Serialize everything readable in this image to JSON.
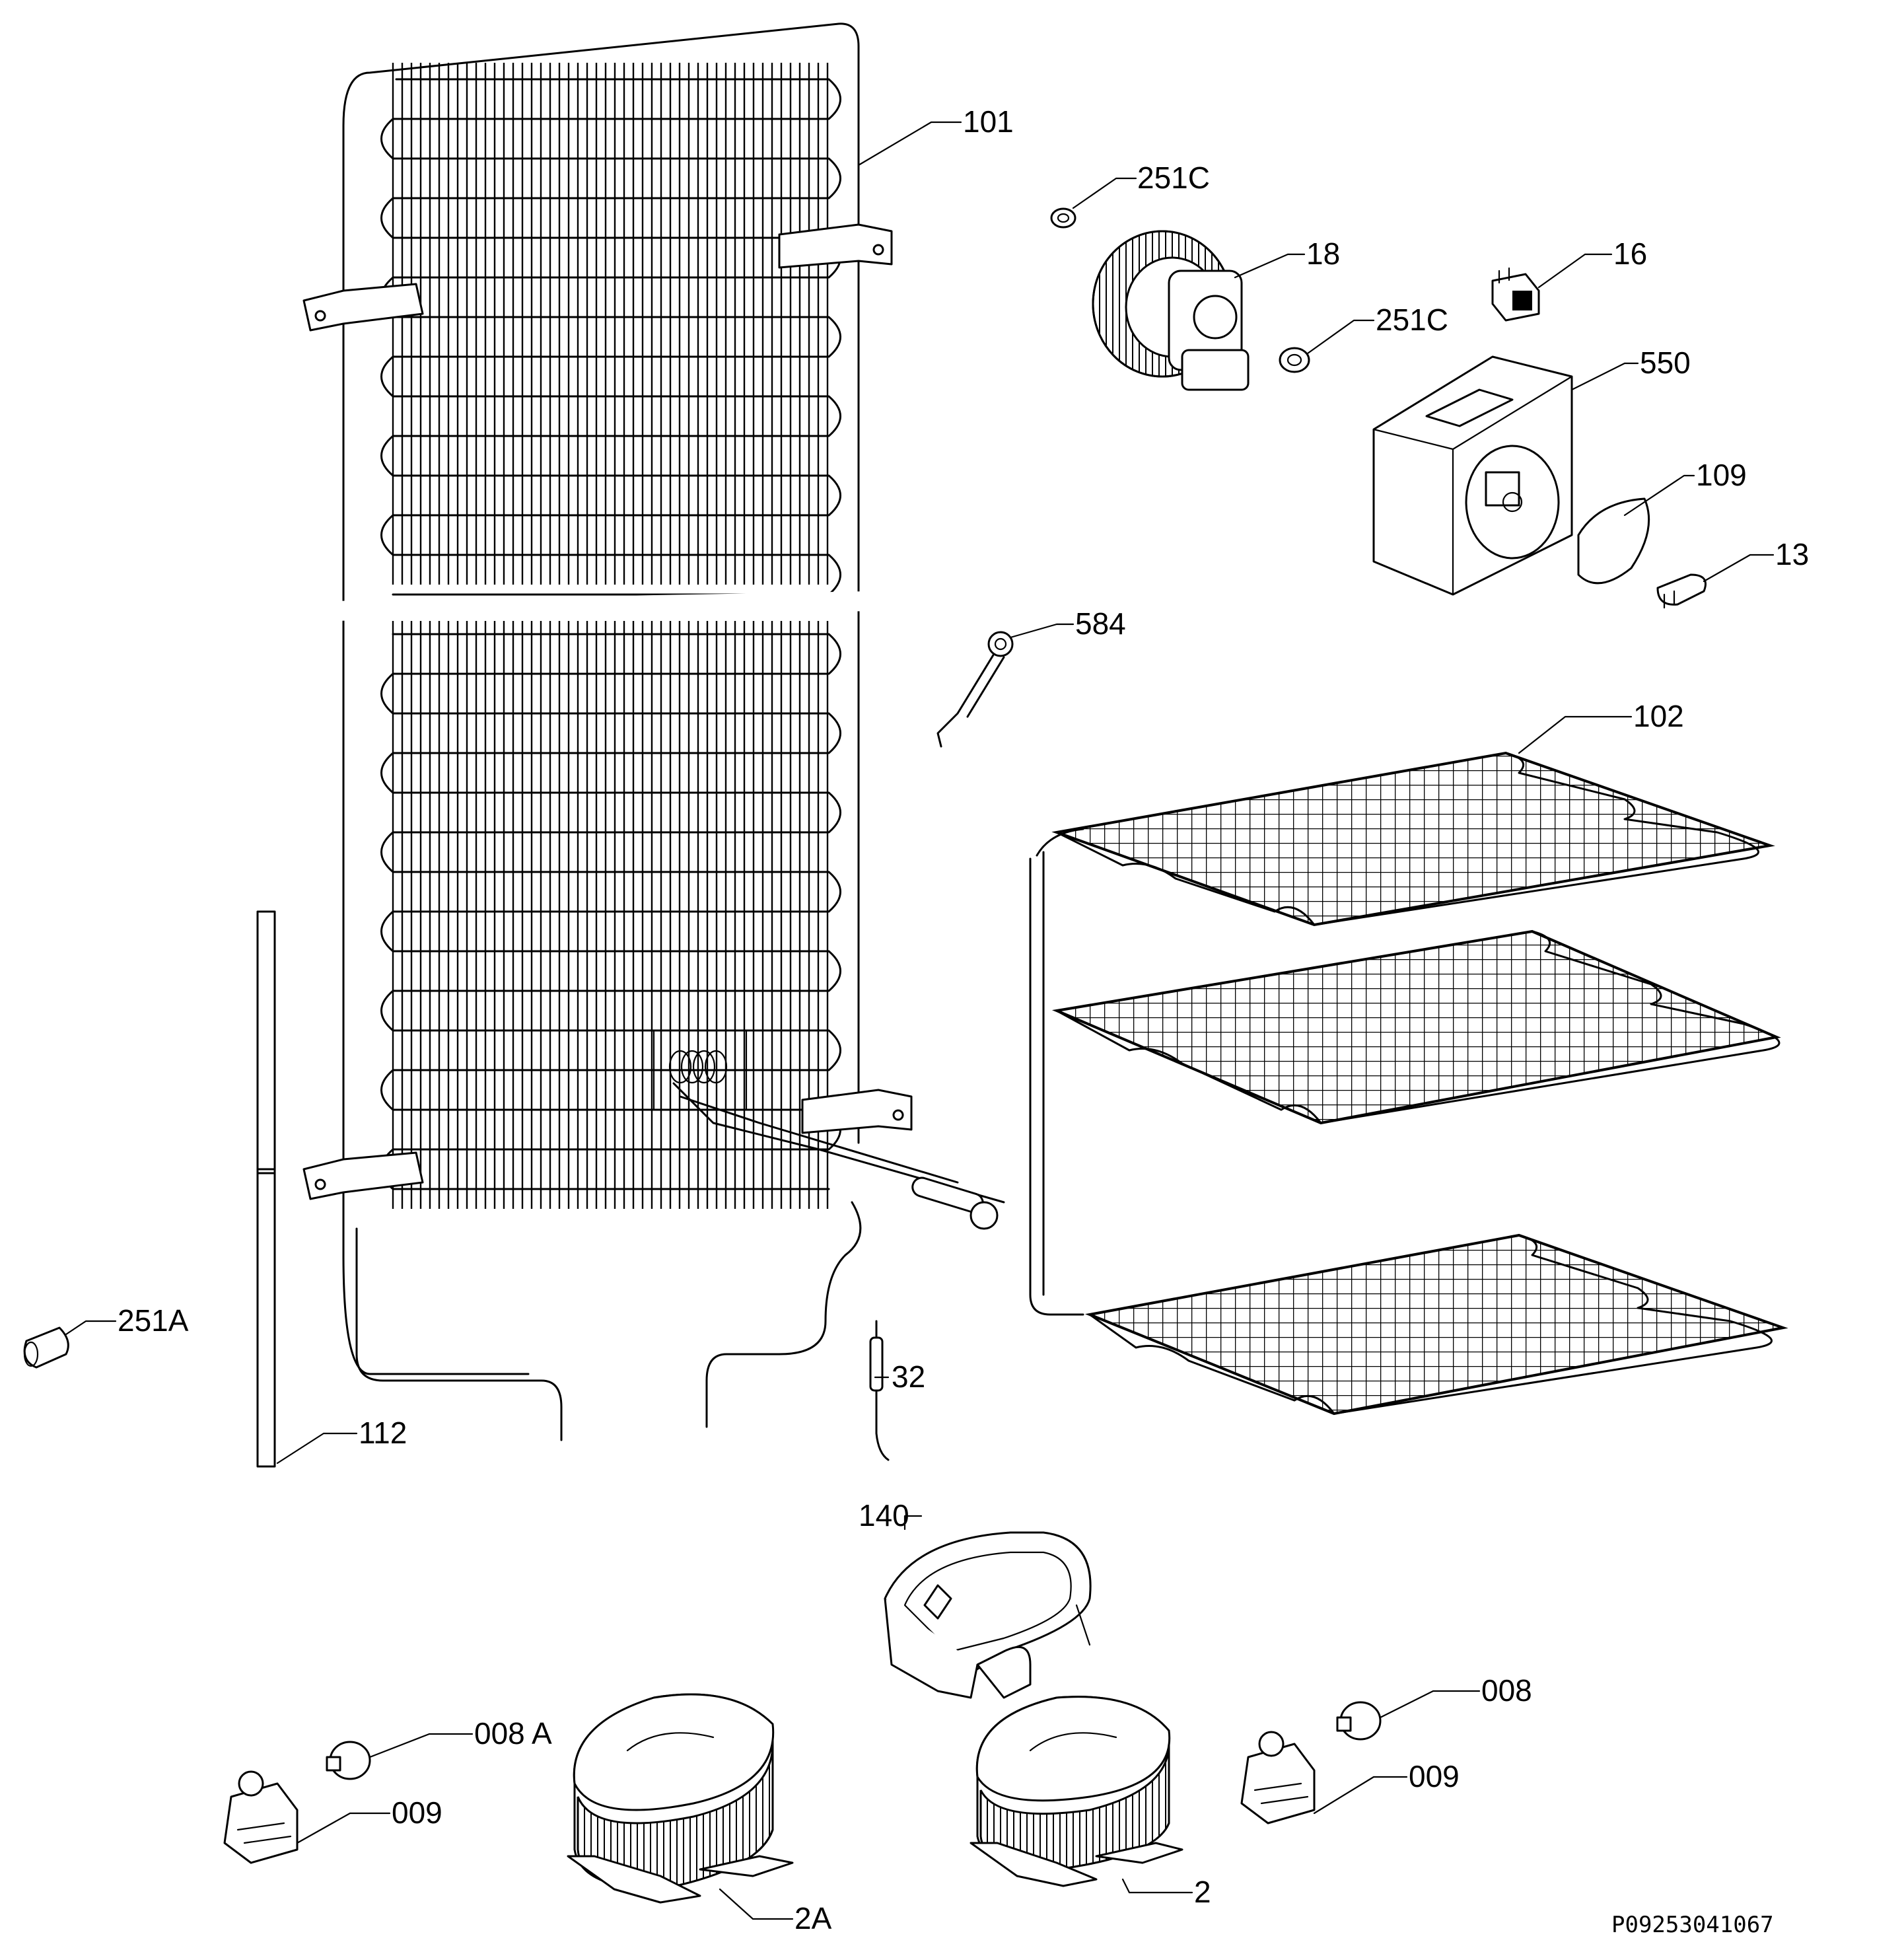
{
  "labels": {
    "p101": "101",
    "p251c_top": "251C",
    "p18": "18",
    "p16": "16",
    "p251c_mid": "251C",
    "p550": "550",
    "p109": "109",
    "p13": "13",
    "p584": "584",
    "p102": "102",
    "p251a": "251A",
    "p112": "112",
    "p32": "32",
    "p140": "140",
    "p008a": "008 A",
    "p009_left": "009",
    "p2a": "2A",
    "p2": "2",
    "p008": "008",
    "p009_right": "009"
  },
  "drawing_code": "P09253041067"
}
